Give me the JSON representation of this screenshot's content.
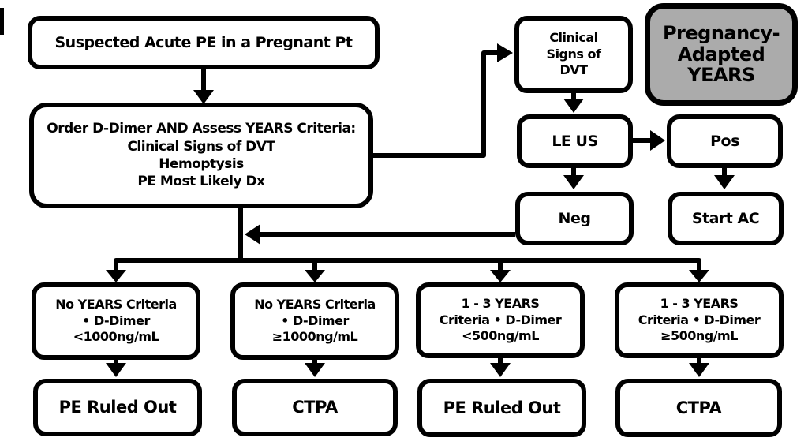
{
  "title_box": {
    "label": "Pregnancy-\nAdapted\nYEARS",
    "fill": "#ababab"
  },
  "nodes": {
    "suspected": {
      "label": "Suspected Acute PE in a Pregnant Pt"
    },
    "order": {
      "label": "Order D-Dimer AND Assess YEARS Criteria:\nClinical Signs of DVT\nHemoptysis\nPE Most Likely Dx"
    },
    "clinical_signs": {
      "label": "Clinical\nSigns of\nDVT"
    },
    "le_us": {
      "label": "LE US"
    },
    "pos": {
      "label": "Pos"
    },
    "neg": {
      "label": "Neg"
    },
    "start_ac": {
      "label": "Start AC"
    },
    "branch1": {
      "label": "No YEARS Criteria\n• D-Dimer\n<1000ng/mL"
    },
    "branch2": {
      "label": "No YEARS Criteria\n• D-Dimer\n≥1000ng/mL"
    },
    "branch3": {
      "label": "1 - 3 YEARS\nCriteria • D-Dimer\n<500ng/mL"
    },
    "branch4": {
      "label": "1 - 3 YEARS\nCriteria • D-Dimer\n≥500ng/mL"
    },
    "outcome1": {
      "label": "PE Ruled Out"
    },
    "outcome2": {
      "label": "CTPA"
    },
    "outcome3": {
      "label": "PE Ruled Out"
    },
    "outcome4": {
      "label": "CTPA"
    }
  },
  "edges": [
    {
      "from": "suspected-acute-pe",
      "to": "order-ddimer-assess-years"
    },
    {
      "from": "order-ddimer-assess-years",
      "to": "clinical-signs-of-dvt"
    },
    {
      "from": "clinical-signs-of-dvt",
      "to": "le-us"
    },
    {
      "from": "le-us",
      "to": "pos"
    },
    {
      "from": "le-us",
      "to": "neg"
    },
    {
      "from": "pos",
      "to": "start-ac"
    },
    {
      "from": "neg",
      "to": "years-branch-stem"
    },
    {
      "from": "order-ddimer-assess-years",
      "to": "no-years-ddimer-lt-1000"
    },
    {
      "from": "order-ddimer-assess-years",
      "to": "no-years-ddimer-ge-1000"
    },
    {
      "from": "order-ddimer-assess-years",
      "to": "1-3-years-ddimer-lt-500"
    },
    {
      "from": "order-ddimer-assess-years",
      "to": "1-3-years-ddimer-ge-500"
    },
    {
      "from": "no-years-ddimer-lt-1000",
      "to": "pe-ruled-out-left"
    },
    {
      "from": "no-years-ddimer-ge-1000",
      "to": "ctpa-left"
    },
    {
      "from": "1-3-years-ddimer-lt-500",
      "to": "pe-ruled-out-right"
    },
    {
      "from": "1-3-years-ddimer-ge-500",
      "to": "ctpa-right"
    }
  ],
  "colors": {
    "stroke": "#000000",
    "node_fill": "#ffffff",
    "title_fill": "#ababab",
    "background": "#ffffff"
  }
}
